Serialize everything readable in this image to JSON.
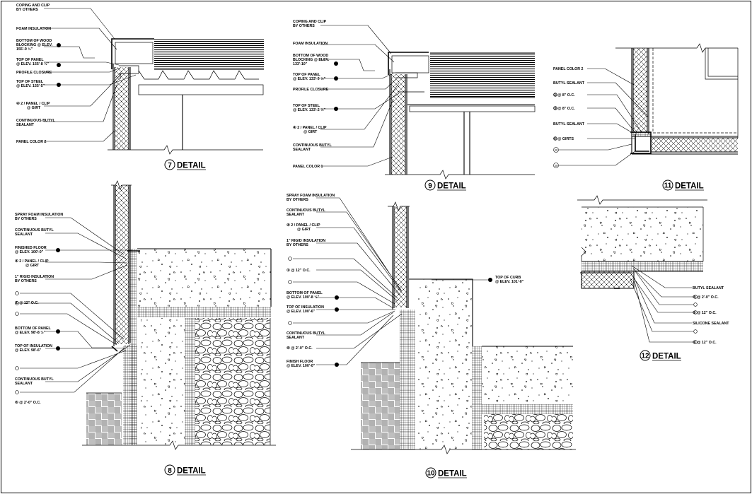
{
  "details": [
    {
      "key": "d7",
      "number": "7",
      "title": "DETAIL",
      "labels": [
        {
          "lines": [
            "COPING AND CLIP",
            "BY OTHERS"
          ]
        },
        {
          "lines": [
            "FOAM INSULATION"
          ]
        },
        {
          "lines": [
            "BOTTOM OF WOOD",
            "BLOCKING @ ELEV.",
            "155'-9 ½\""
          ]
        },
        {
          "lines": [
            "TOP OF PANEL",
            "@ ELEV. 155'-8 ½\""
          ]
        },
        {
          "lines": [
            "PROFILE CLOSURE"
          ]
        },
        {
          "lines": [
            "TOP OF STEEL",
            "@ ELEV. 155'-5\""
          ]
        },
        {
          "lines": [
            "④ 2 / PANEL / CLIP",
            "@ GIRT"
          ]
        },
        {
          "lines": [
            "CONTINUOUS BUTYL",
            "SEALANT"
          ]
        },
        {
          "lines": [
            "PANEL COLOR 2"
          ]
        }
      ]
    },
    {
      "key": "d9",
      "number": "9",
      "title": "DETAIL",
      "labels": [
        {
          "lines": [
            "COPING AND CLIP",
            "BY OTHERS"
          ]
        },
        {
          "lines": [
            "FOAM INSULATION"
          ]
        },
        {
          "lines": [
            "BOTTOM OF WOOD",
            "BLOCKING @ ELEV.",
            "133'-10\""
          ]
        },
        {
          "lines": [
            "TOP OF PANEL",
            "@ ELEV. 133'-9 ½\""
          ]
        },
        {
          "lines": [
            "PROFILE CLOSURE"
          ]
        },
        {
          "lines": [
            "TOP OF STEEL",
            "@ ELEV. 133'-2 ½\""
          ]
        },
        {
          "lines": [
            "④ 2 / PANEL / CLIP",
            "@ GIRT"
          ]
        },
        {
          "lines": [
            "CONTINUOUS BUTYL",
            "SEALANT"
          ]
        },
        {
          "lines": [
            "PANEL COLOR 1"
          ]
        }
      ]
    },
    {
      "key": "d11",
      "number": "11",
      "title": "DETAIL",
      "labels": [
        {
          "lines": [
            "PANEL COLOR 2"
          ]
        },
        {
          "lines": [
            "BUTYL SEALANT"
          ]
        },
        {
          "lines": [
            "② @ 8\" O.C."
          ]
        },
        {
          "lines": [
            "③ @ 8\" O.C."
          ]
        },
        {
          "lines": [
            "BUTYL SEALANT"
          ]
        },
        {
          "lines": [
            "④ @ GIRTS"
          ]
        }
      ]
    },
    {
      "key": "d8",
      "number": "8",
      "title": "DETAIL",
      "labels": [
        {
          "lines": [
            "SPRAY FOAM INSULATION",
            "BY OTHERS"
          ]
        },
        {
          "lines": [
            "CONTINUOUS BUTYL",
            "SEALANT"
          ]
        },
        {
          "lines": [
            "FINISHED FLOOR",
            "@ ELEV. 100'-0\""
          ]
        },
        {
          "lines": [
            "④ 2 / PANEL / CLIP",
            "@ GIRT"
          ]
        },
        {
          "lines": [
            "1\" RIGID INSULATION",
            "BY OTHERS"
          ]
        },
        {
          "lines": [
            "① @ 12\" O.C."
          ]
        },
        {
          "lines": [
            "BOTTOM OF PANEL",
            "@ ELEV. 98'-8 ½\""
          ]
        },
        {
          "lines": [
            "TOP OF INSULATION",
            "@ ELEV. 98'-6\""
          ]
        },
        {
          "lines": [
            "CONTINUOUS BUTYL",
            "SEALANT"
          ]
        },
        {
          "lines": [
            "⑥ @ 2'-0\" O.C."
          ]
        }
      ]
    },
    {
      "key": "d10",
      "number": "10",
      "title": "DETAIL",
      "labels": [
        {
          "lines": [
            "SPRAY FOAM INSULATION",
            "BY OTHERS"
          ]
        },
        {
          "lines": [
            "CONTINUOUS BUTYL",
            "SEALANT"
          ]
        },
        {
          "lines": [
            "④ 2 / PANEL / CLIP",
            "@ GIRT"
          ]
        },
        {
          "lines": [
            "1\" RIGID INSULATION",
            "BY OTHERS"
          ]
        },
        {
          "lines": [
            "① @ 12\" O.C."
          ]
        },
        {
          "lines": [
            "BOTTOM OF PANEL",
            "@ ELEV. 100'-8 ½\""
          ]
        },
        {
          "lines": [
            "TOP OF INSULATION",
            "@ ELEV. 100'-6\""
          ]
        },
        {
          "lines": [
            "CONTINUOUS BUTYL",
            "SEALANT"
          ]
        },
        {
          "lines": [
            "⑥ @ 2'-0\" O.C."
          ]
        },
        {
          "lines": [
            "FINISH FLOOR",
            "@ ELEV. 100'-0\""
          ]
        },
        {
          "lines": [
            "TOP OF CURB",
            "@ ELEV. 101'-0\""
          ]
        }
      ]
    },
    {
      "key": "d12",
      "number": "12",
      "title": "DETAIL",
      "labels": [
        {
          "lines": [
            "BUTYL SEALANT"
          ]
        },
        {
          "lines": [
            "⑤ @ 2'-0\" O.C."
          ]
        },
        {
          "lines": [
            "① @ 12\" O.C."
          ]
        },
        {
          "lines": [
            "SILICONE SEALANT"
          ]
        },
        {
          "lines": [
            "① @ 12\" O.C."
          ]
        }
      ]
    }
  ]
}
